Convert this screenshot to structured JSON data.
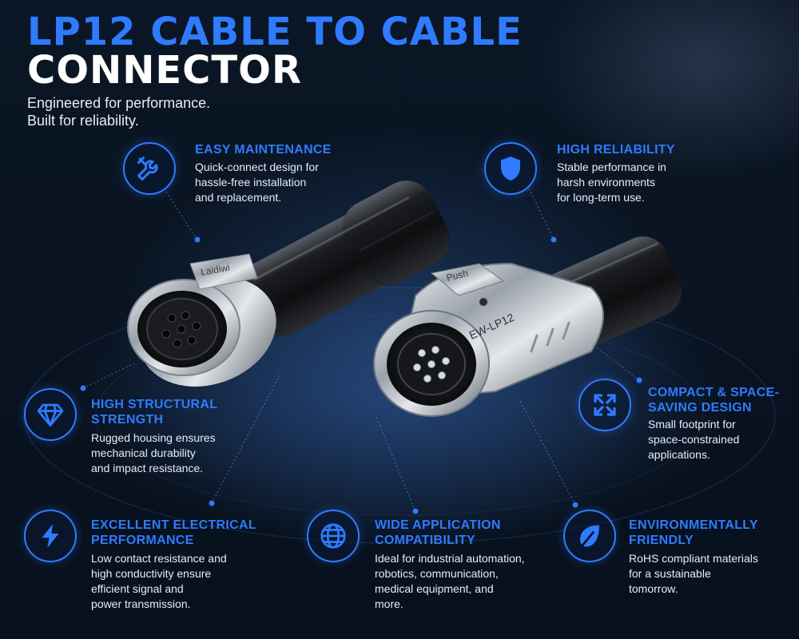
{
  "header": {
    "title_line1": "LP12 CABLE TO CABLE",
    "title_line2": "CONNECTOR",
    "tagline_line1": "Engineered for performance.",
    "tagline_line2": "Built for reliability."
  },
  "product": {
    "female_label": "Laidiwi",
    "male_label": "EW-LP12",
    "push_label": "Push"
  },
  "features": {
    "easy_maintenance": {
      "icon": "tools-icon",
      "title": "EASY MAINTENANCE",
      "desc_1": "Quick-connect design for",
      "desc_2": "hassle-free installation",
      "desc_3": "and replacement."
    },
    "high_reliability": {
      "icon": "shield-icon",
      "title": "HIGH RELIABILITY",
      "desc_1": "Stable performance in",
      "desc_2": "harsh environments",
      "desc_3": "for long-term use."
    },
    "structural_strength": {
      "icon": "diamond-icon",
      "title_1": "HIGH STRUCTURAL",
      "title_2": "STRENGTH",
      "desc_1": "Rugged housing ensures",
      "desc_2": "mechanical durability",
      "desc_3": "and impact resistance."
    },
    "compact": {
      "icon": "expand-arrows-icon",
      "title_1": "COMPACT & SPACE-",
      "title_2": "SAVING DESIGN",
      "desc_1": "Small footprint for",
      "desc_2": "space-constrained",
      "desc_3": "applications."
    },
    "electrical": {
      "icon": "lightning-icon",
      "title_1": "EXCELLENT ELECTRICAL",
      "title_2": "PERFORMANCE",
      "desc_1": "Low contact resistance and",
      "desc_2": "high conductivity ensure",
      "desc_3": "efficient signal and",
      "desc_4": "power transmission."
    },
    "application": {
      "icon": "globe-icon",
      "title_1": "WIDE APPLICATION",
      "title_2": "COMPATIBILITY",
      "desc_1": "Ideal for industrial automation,",
      "desc_2": "robotics, communication,",
      "desc_3": "medical equipment, and",
      "desc_4": "more."
    },
    "environment": {
      "icon": "leaf-icon",
      "title_1": "ENVIRONMENTALLY",
      "title_2": "FRIENDLY",
      "desc_1": "RoHS compliant materials",
      "desc_2": "for a sustainable",
      "desc_3": "tomorrow."
    }
  },
  "colors": {
    "accent": "#2f7bff",
    "background": "#0a1422",
    "text": "#ffffff"
  }
}
